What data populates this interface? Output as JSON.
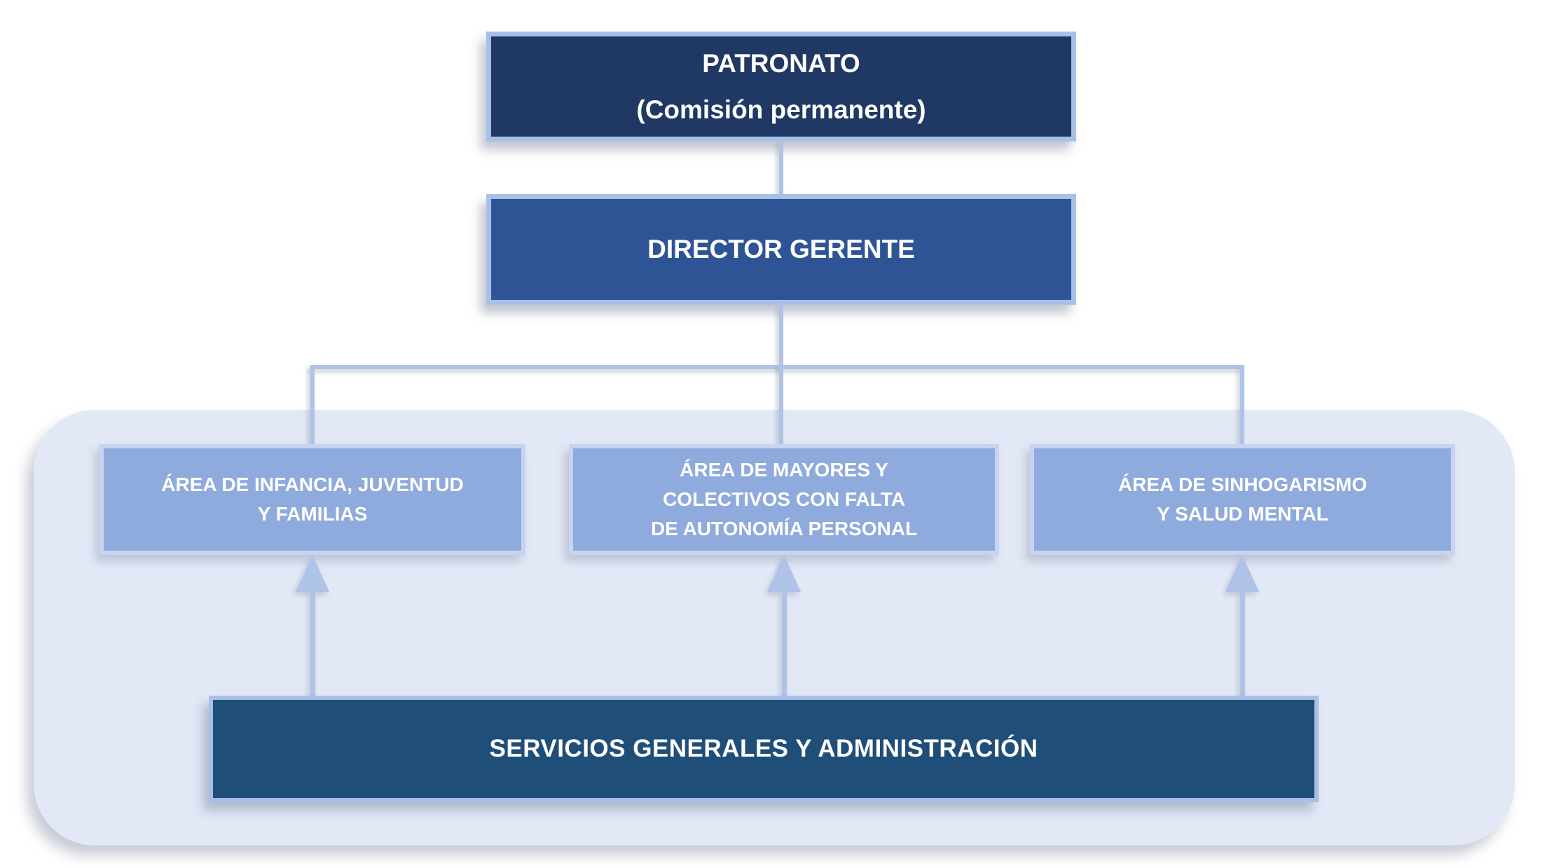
{
  "org_chart": {
    "patronato": {
      "title": "PATRONATO",
      "subtitle": "(Comisión permanente)"
    },
    "director": {
      "title": "DIRECTOR GERENTE"
    },
    "areas": [
      {
        "label": "ÁREA DE INFANCIA, JUVENTUD\nY FAMILIAS"
      },
      {
        "label": "ÁREA DE MAYORES Y\nCOLECTIVOS CON FALTA\nDE AUTONOMÍA PERSONAL"
      },
      {
        "label": "ÁREA DE SINHOGARISMO\nY SALUD MENTAL"
      }
    ],
    "support": {
      "title": "SERVICIOS GENERALES Y ADMINISTRACIÓN"
    }
  },
  "colors": {
    "patronato-fill": "#1F3864",
    "director-fill": "#2F5496",
    "area-fill": "#8FAADC",
    "support-fill": "#1F4E79",
    "panel-fill": "#E2E8F6",
    "connector": "#AEC3E7",
    "node-border": "#A9C0E6",
    "area-border": "#C7D4F0",
    "text-color": "#FFFFFF"
  }
}
